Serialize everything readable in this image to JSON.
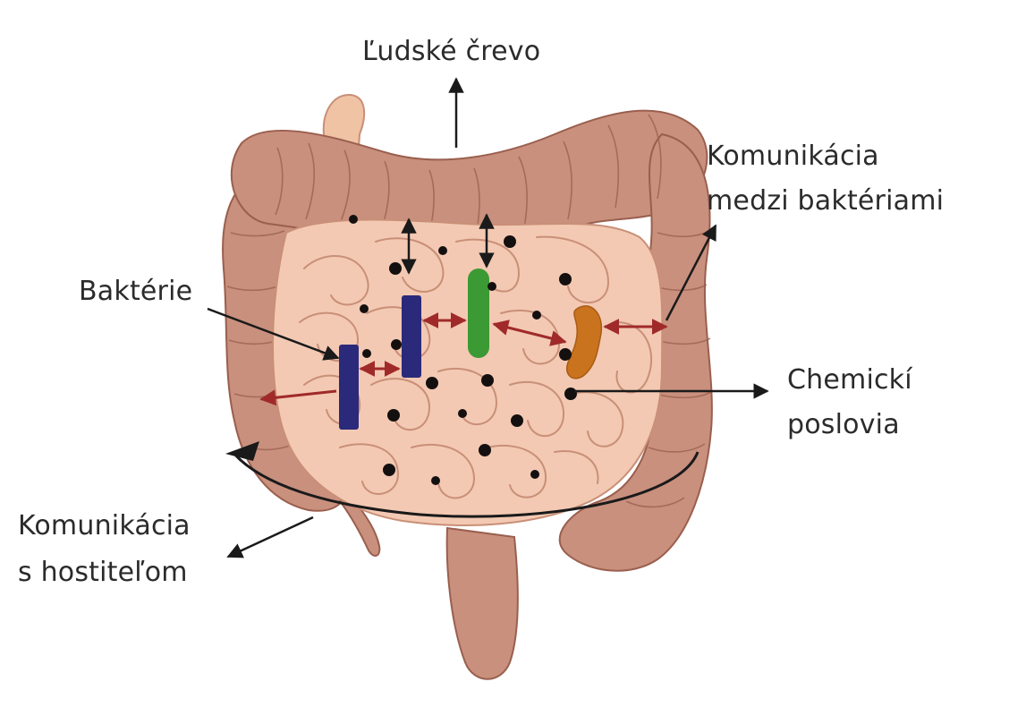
{
  "labels": {
    "human_gut": "Ľudské črevo",
    "bacteria_comm": [
      "Komunikácia",
      "medzi baktériami"
    ],
    "bacteria": "Baktérie",
    "chemical_messengers": [
      "Chemickí",
      "poslovia"
    ],
    "host_comm": [
      "Komunikácia",
      "s hostiteľom"
    ]
  },
  "colors": {
    "text": "#2b2b2b",
    "intestine_outer": "#c9907e",
    "intestine_outer_stroke": "#9a5f4e",
    "intestine_inner": "#f3c9b3",
    "intestine_inner_stroke": "#c98f77",
    "stomach_stub": "#f0c3a5",
    "bacteria_blue": "#2b2a7a",
    "bacteria_green": "#3c9a34",
    "bacteria_orange": "#c9731f",
    "messenger_dot": "#151010",
    "signal_arrow": "#a02a2a",
    "label_arrow": "#1a1a1a"
  },
  "icons": [
    "intestine-illustration",
    "bacteria-rod",
    "bacteria-curved",
    "chemical-messenger-dot"
  ]
}
